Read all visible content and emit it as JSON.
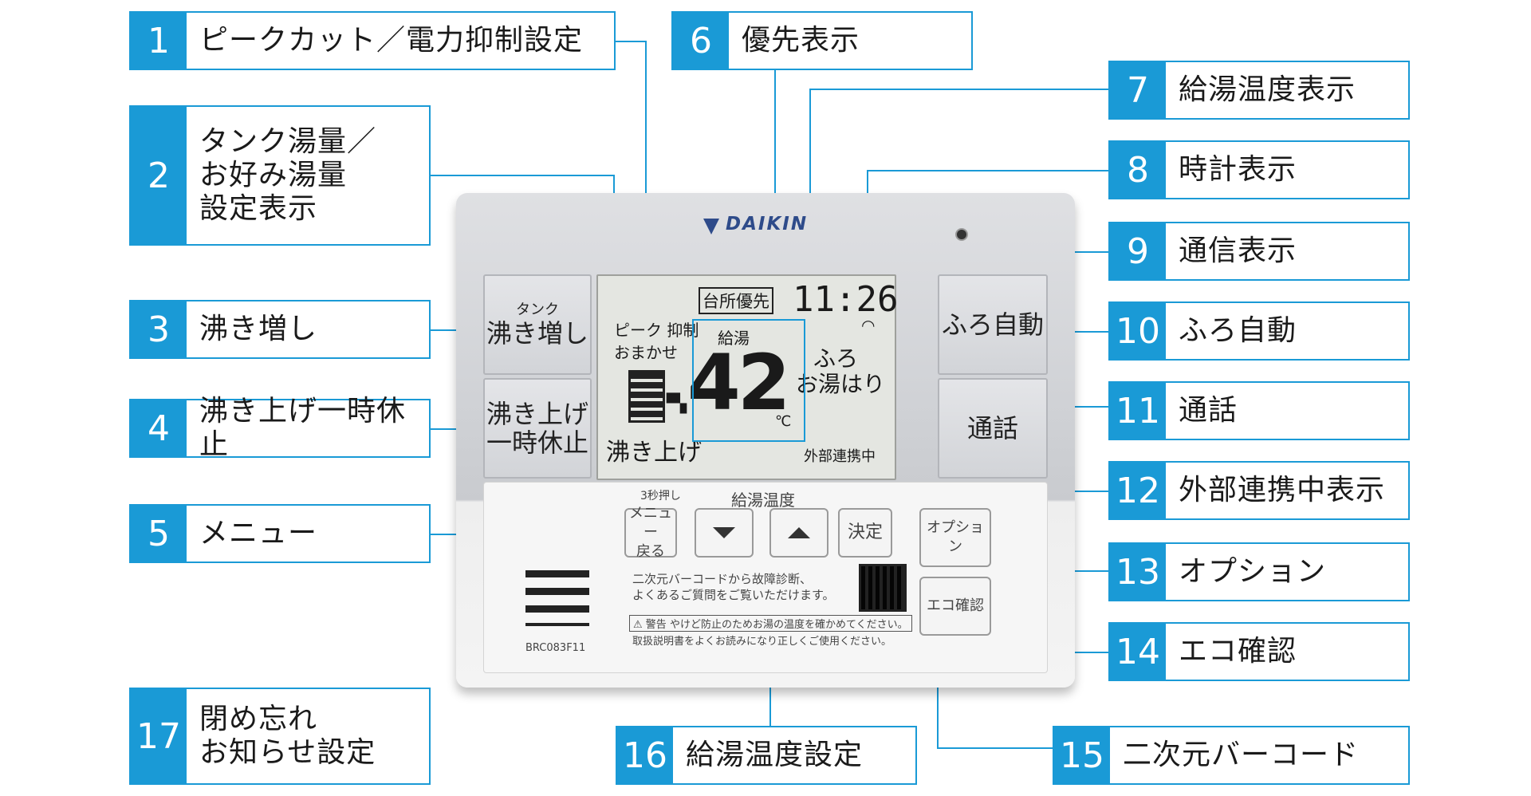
{
  "callouts": [
    {
      "num": "1",
      "label": "ピークカット／電力抑制設定"
    },
    {
      "num": "2",
      "label": "タンク湯量／\nお好み湯量\n設定表示"
    },
    {
      "num": "3",
      "label": "沸き増し"
    },
    {
      "num": "4",
      "label": "沸き上げ一時休止"
    },
    {
      "num": "5",
      "label": "メニュー"
    },
    {
      "num": "6",
      "label": "優先表示"
    },
    {
      "num": "7",
      "label": "給湯温度表示"
    },
    {
      "num": "8",
      "label": "時計表示"
    },
    {
      "num": "9",
      "label": "通信表示"
    },
    {
      "num": "10",
      "label": "ふろ自動"
    },
    {
      "num": "11",
      "label": "通話"
    },
    {
      "num": "12",
      "label": "外部連携中表示"
    },
    {
      "num": "13",
      "label": "オプション"
    },
    {
      "num": "14",
      "label": "エコ確認"
    },
    {
      "num": "15",
      "label": "二次元バーコード"
    },
    {
      "num": "16",
      "label": "給湯温度設定"
    },
    {
      "num": "17",
      "label": "閉め忘れ\nお知らせ設定"
    }
  ],
  "device": {
    "brand": "DAIKIN",
    "model": "BRC083F11",
    "keys": {
      "reboil_small": "タンク",
      "reboil": "沸き増し",
      "pause_line1": "沸き上げ",
      "pause_line2": "一時休止",
      "bath_auto": "ふろ自動",
      "talk": "通話"
    },
    "lcd": {
      "priority": "台所優先",
      "clock": "11:26",
      "peak": "ピーク 抑制",
      "omakase": "おまかせ",
      "supply_label": "給湯",
      "temperature": "42",
      "unit": "℃",
      "bath_line1": "ふろ",
      "bath_line2": "お湯はり",
      "boiling": "沸き上げ",
      "external": "外部連携中"
    },
    "lower": {
      "lock_hint": "3秒押し",
      "temp_group": "給湯温度",
      "menu_line1": "メニュー",
      "menu_line2": "戻る",
      "confirm": "決定",
      "option": "オプション",
      "eco": "エコ確認",
      "qr_line1": "二次元バーコードから故障診断、",
      "qr_line2": "よくあるご質問をご覧いただけます。",
      "warning_tag": "警告",
      "warning_text": "やけど防止のためお湯の温度を確かめてください。",
      "manual_text": "取扱説明書をよくお読みになり正しくご使用ください。"
    }
  },
  "colors": {
    "accent": "#1a9ad6"
  }
}
